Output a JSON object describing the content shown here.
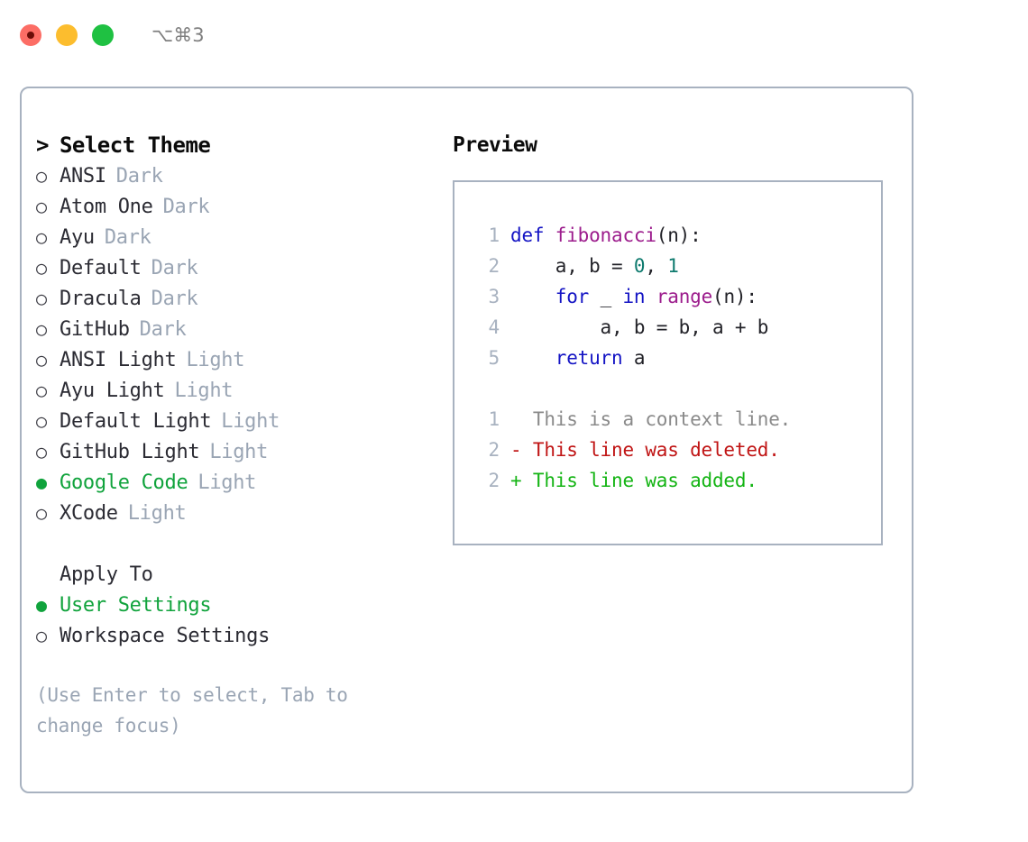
{
  "titlebar": {
    "shortcut": "⌥⌘3",
    "lights": [
      {
        "name": "close",
        "color": "#fc6d65"
      },
      {
        "name": "minimize",
        "color": "#fcbd2e"
      },
      {
        "name": "zoom",
        "color": "#1fc142"
      }
    ]
  },
  "theme_picker": {
    "caret": ">",
    "header": "Select Theme",
    "bullet_off": "○",
    "bullet_on": "●",
    "options": [
      {
        "name": "ANSI",
        "kind": "Dark",
        "selected": false
      },
      {
        "name": "Atom One",
        "kind": "Dark",
        "selected": false
      },
      {
        "name": "Ayu",
        "kind": "Dark",
        "selected": false
      },
      {
        "name": "Default",
        "kind": "Dark",
        "selected": false
      },
      {
        "name": "Dracula",
        "kind": "Dark",
        "selected": false
      },
      {
        "name": "GitHub",
        "kind": "Dark",
        "selected": false
      },
      {
        "name": "ANSI Light",
        "kind": "Light",
        "selected": false
      },
      {
        "name": "Ayu Light",
        "kind": "Light",
        "selected": false
      },
      {
        "name": "Default Light",
        "kind": "Light",
        "selected": false
      },
      {
        "name": "GitHub Light",
        "kind": "Light",
        "selected": false
      },
      {
        "name": "Google Code",
        "kind": "Light",
        "selected": true
      },
      {
        "name": "XCode",
        "kind": "Light",
        "selected": false
      }
    ]
  },
  "apply_to": {
    "label": "Apply To",
    "options": [
      {
        "name": "User Settings",
        "selected": true
      },
      {
        "name": "Workspace Settings",
        "selected": false
      }
    ]
  },
  "hint": "(Use Enter to select, Tab to change focus)",
  "preview": {
    "title": "Preview",
    "code_lines": [
      {
        "num": "1",
        "tokens": [
          {
            "t": "def ",
            "c": "kw"
          },
          {
            "t": "fibonacci",
            "c": "fn"
          },
          {
            "t": "(n):",
            "c": "plain"
          }
        ]
      },
      {
        "num": "2",
        "tokens": [
          {
            "t": "    a, b = ",
            "c": "plain"
          },
          {
            "t": "0",
            "c": "num"
          },
          {
            "t": ", ",
            "c": "plain"
          },
          {
            "t": "1",
            "c": "num"
          }
        ]
      },
      {
        "num": "3",
        "tokens": [
          {
            "t": "    ",
            "c": "plain"
          },
          {
            "t": "for",
            "c": "kw"
          },
          {
            "t": " _ ",
            "c": "plain"
          },
          {
            "t": "in",
            "c": "kw"
          },
          {
            "t": " ",
            "c": "plain"
          },
          {
            "t": "range",
            "c": "fn"
          },
          {
            "t": "(n):",
            "c": "plain"
          }
        ]
      },
      {
        "num": "4",
        "tokens": [
          {
            "t": "        a, b = b, a + b",
            "c": "plain"
          }
        ]
      },
      {
        "num": "5",
        "tokens": [
          {
            "t": "    ",
            "c": "plain"
          },
          {
            "t": "return",
            "c": "kw"
          },
          {
            "t": " a",
            "c": "plain"
          }
        ]
      }
    ],
    "diff_lines": [
      {
        "num": "1",
        "marker": " ",
        "text": " This is a context line.",
        "cls": "ctx"
      },
      {
        "num": "2",
        "marker": "-",
        "text": " This line was deleted.",
        "cls": "del"
      },
      {
        "num": "2",
        "marker": "+",
        "text": " This line was added.",
        "cls": "add"
      }
    ]
  },
  "colors": {
    "accent_green": "#10a33c",
    "muted": "#9aa5b4",
    "border": "#a8b2c0",
    "keyword": "#1414c4",
    "function": "#9c1c8c",
    "number": "#0e7a6e",
    "diff_add": "#14b414",
    "diff_del": "#c01414"
  }
}
